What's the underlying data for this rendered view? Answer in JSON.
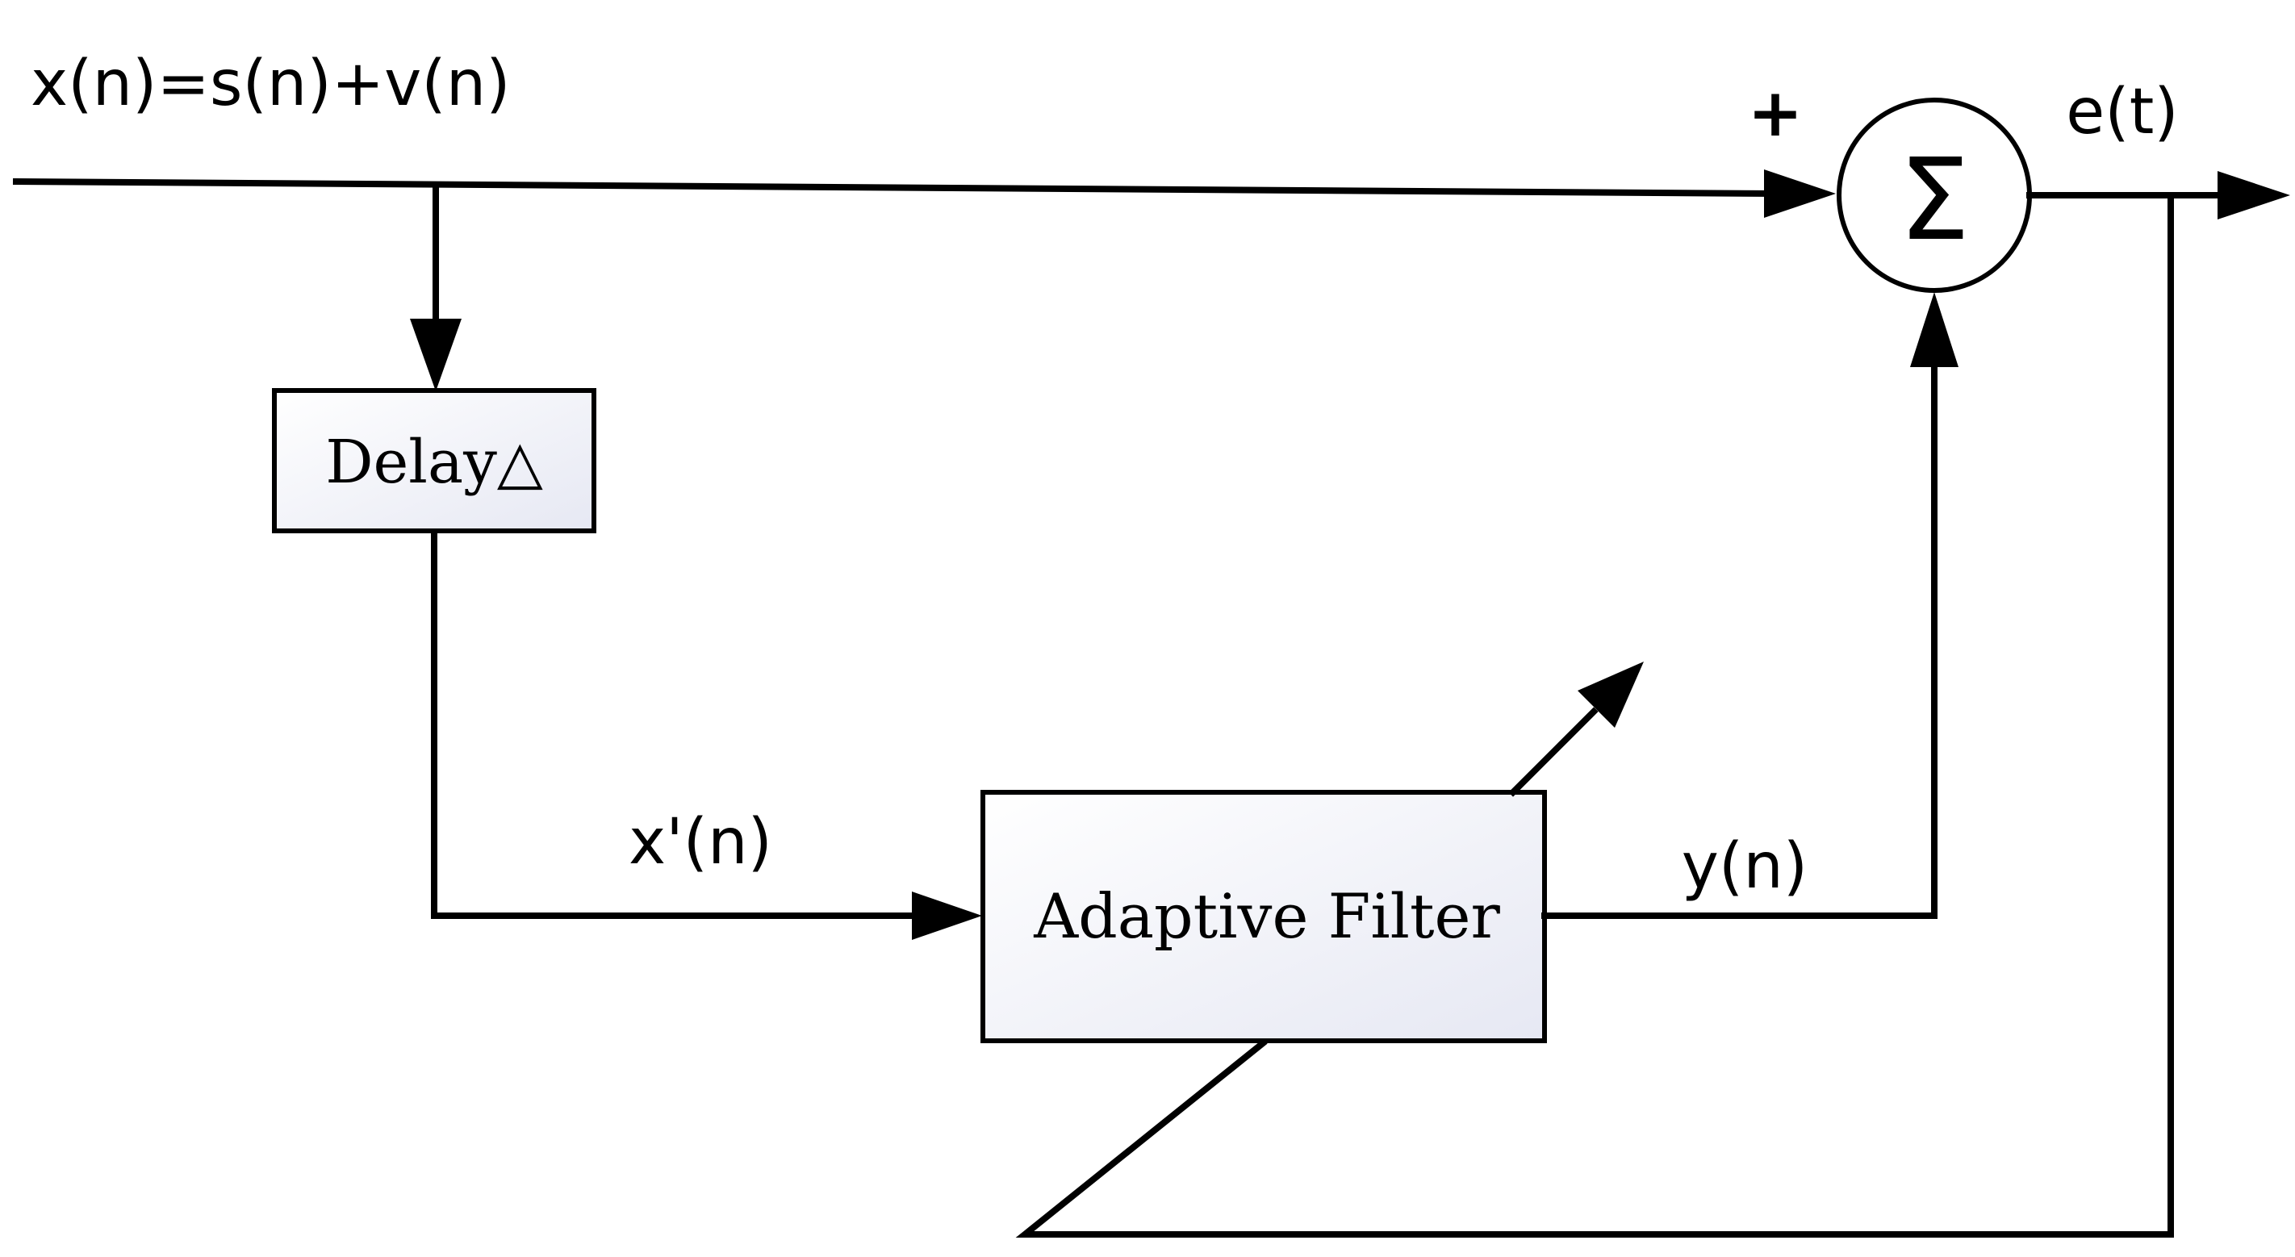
{
  "diagram": {
    "input_label": "x(n)=s(n)+v(n)",
    "plus_sign": "+",
    "sum_symbol": "Σ",
    "error_label": "e(t)",
    "delay_label": "Delay△",
    "delayed_label": "x'(n)",
    "filter_label": "Adaptive Filter",
    "output_label": "y(n)"
  },
  "colors": {
    "box_fill_start": "#ffffff",
    "box_fill_end": "#e6e8f3",
    "line": "#000000"
  }
}
